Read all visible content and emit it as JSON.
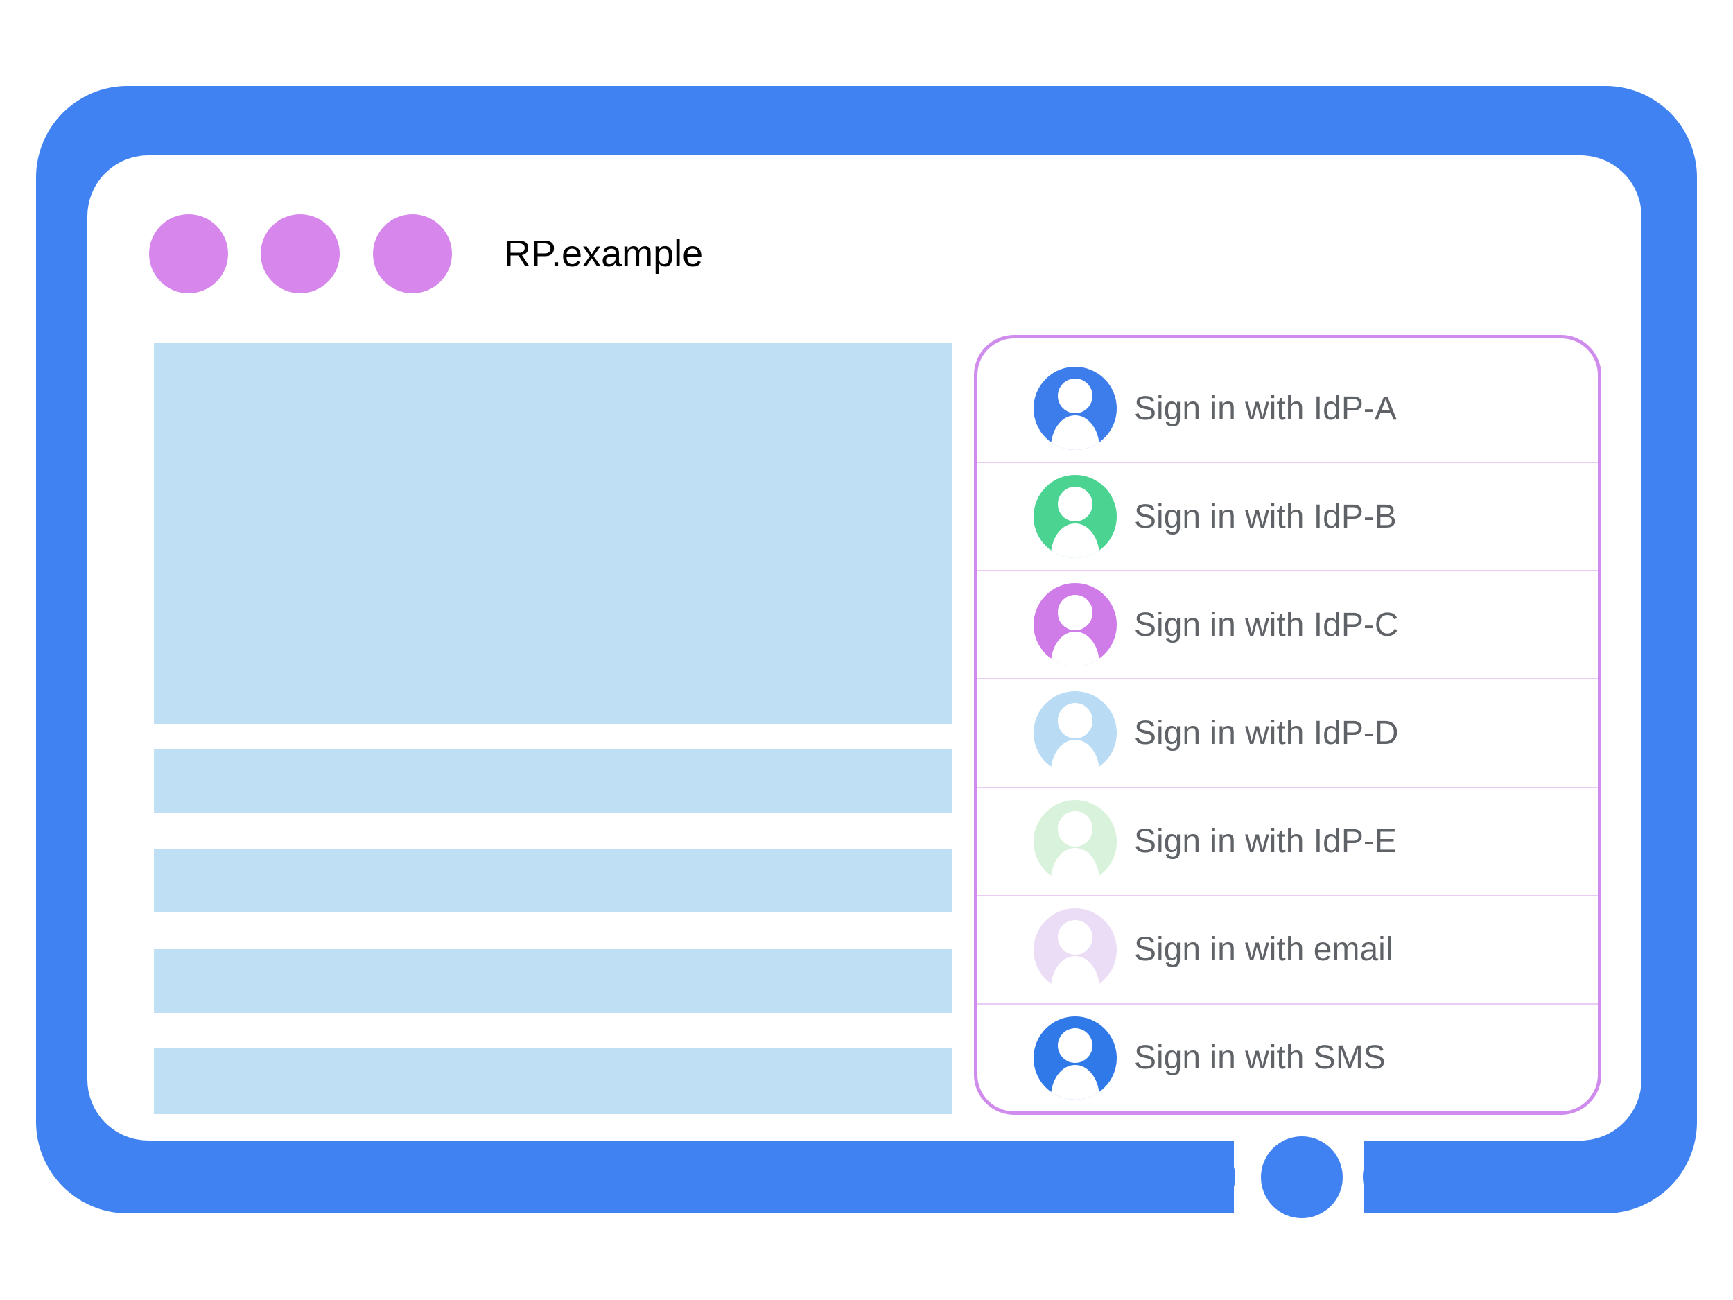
{
  "toolbar": {
    "title": "RP.example"
  },
  "theme": {
    "frame": "#4182F2",
    "dot": "#D787EB",
    "block": "#BFDFF4",
    "panel-border": "#D08CEC",
    "divider": "#E9CBF5",
    "label": "#5F6368",
    "title": "#000000"
  },
  "signin_panel": {
    "providers": [
      {
        "id": "idp-a",
        "label": "Sign in with IdP-A",
        "avatar_color": "#3C7CEB"
      },
      {
        "id": "idp-b",
        "label": "Sign in with IdP-B",
        "avatar_color": "#4BD392"
      },
      {
        "id": "idp-c",
        "label": "Sign in with IdP-C",
        "avatar_color": "#CF7CE9"
      },
      {
        "id": "idp-d",
        "label": "Sign in with IdP-D",
        "avatar_color": "#B9DCF4"
      },
      {
        "id": "idp-e",
        "label": "Sign in with IdP-E",
        "avatar_color": "#D8F2DB"
      },
      {
        "id": "email",
        "label": "Sign in with email",
        "avatar_color": "#EBDDF5"
      },
      {
        "id": "sms",
        "label": "Sign in with SMS",
        "avatar_color": "#2F79E9"
      }
    ]
  }
}
